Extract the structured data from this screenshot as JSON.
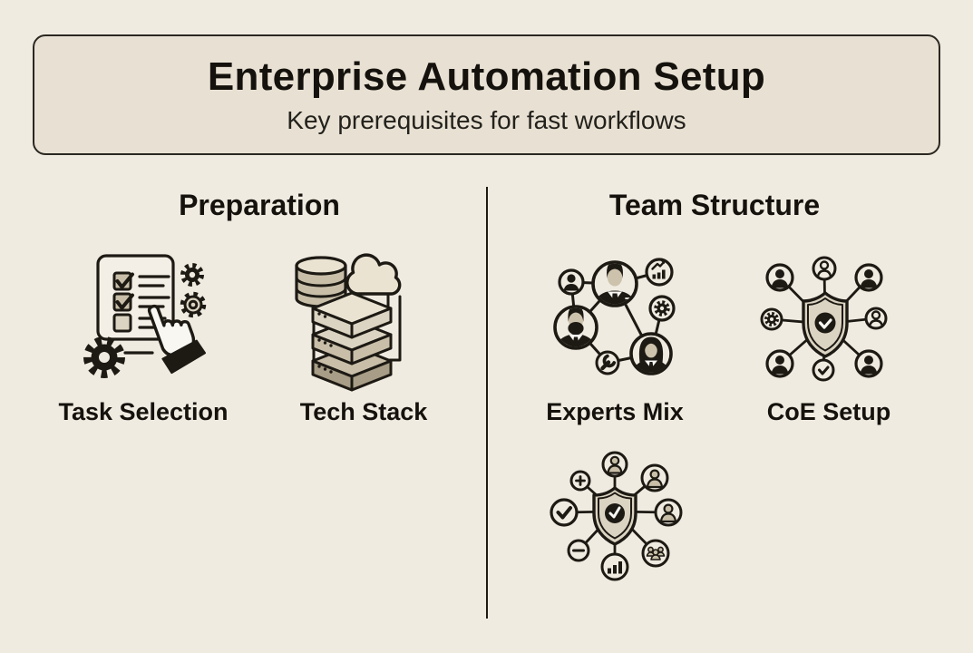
{
  "header": {
    "title": "Enterprise Automation Setup",
    "subtitle": "Key prerequisites for fast workflows"
  },
  "columns": [
    {
      "id": "preparation",
      "heading": "Preparation",
      "items": [
        {
          "label": "Task Selection",
          "icon": "task-selection-checklist-icon"
        },
        {
          "label": "Tech Stack",
          "icon": "tech-stack-servers-icon"
        }
      ]
    },
    {
      "id": "team-structure",
      "heading": "Team Structure",
      "items": [
        {
          "label": "Experts Mix",
          "icon": "experts-mix-network-icon"
        },
        {
          "label": "CoE Setup",
          "icon": "coe-setup-shield-network-icon"
        },
        {
          "icon": "team-governance-shield-network-icon"
        }
      ]
    }
  ],
  "colors": {
    "background": "#f0ebe1",
    "panel_fill": "#e8e1d3",
    "panel_border": "#2b2822",
    "text": "#15120d",
    "icon_stroke": "#1d1a14",
    "paper": "#f4efe6",
    "cream": "#eae3d2",
    "beige": "#dcd4c2",
    "tan": "#c9bfa9",
    "brown": "#a89d86",
    "face": "#cdc3ac",
    "white": "#f9f7f2",
    "divider": "#1d1a14"
  }
}
